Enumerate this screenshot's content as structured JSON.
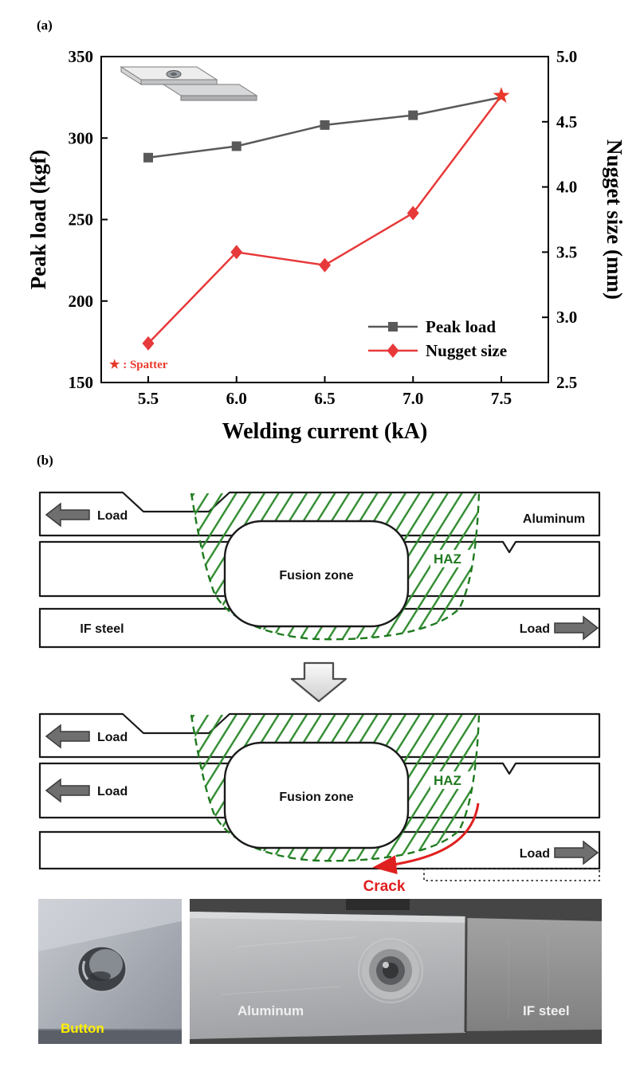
{
  "panels": {
    "a": "(a)",
    "b": "(b)"
  },
  "chart_data": {
    "type": "line",
    "title": "",
    "x": [
      5.5,
      6.0,
      6.5,
      7.0,
      7.5
    ],
    "x_decimals": 1,
    "xlabel": "Welding current (kA)",
    "left_axis": {
      "label": "Peak load (kgf)",
      "range": [
        150,
        350
      ],
      "ticks": [
        150,
        200,
        250,
        300,
        350
      ],
      "decimals": 0
    },
    "right_axis": {
      "label": "Nugget size (mm)",
      "range": [
        2.5,
        5.0
      ],
      "ticks": [
        2.5,
        3.0,
        3.5,
        4.0,
        4.5,
        5.0
      ],
      "decimals": 1
    },
    "series": [
      {
        "name": "Peak load",
        "axis": "left",
        "marker": "square",
        "color": "#595959",
        "values": [
          288,
          295,
          308,
          314,
          325
        ]
      },
      {
        "name": "Nugget size",
        "axis": "right",
        "marker": "diamond",
        "color": "#e8393a",
        "values": [
          2.8,
          3.5,
          3.4,
          3.8,
          4.7
        ]
      }
    ],
    "spatter": {
      "note": "★ : Spatter",
      "x": 7.5,
      "marker": "star",
      "color": "#e8392a"
    },
    "legend": {
      "position": "inside-bottom-right"
    },
    "grid": false
  },
  "diagram1": {
    "load_left": "Load",
    "aluminum": "Aluminum",
    "fusion_zone": "Fusion zone",
    "haz": "HAZ",
    "if_steel": "IF steel",
    "load_right": "Load"
  },
  "diagram2": {
    "load_top": "Load",
    "load_mid": "Load",
    "fusion_zone": "Fusion zone",
    "haz": "HAZ",
    "load_right": "Load",
    "crack": "Crack"
  },
  "photos": {
    "button": "Button",
    "aluminum": "Aluminum",
    "if_steel": "IF steel"
  },
  "colors": {
    "haz_green": "#1f7a1f",
    "hatch_green": "#2e8b2e",
    "crack_red": "#e01f1f",
    "arrow_gray": "#6f6f6f"
  }
}
